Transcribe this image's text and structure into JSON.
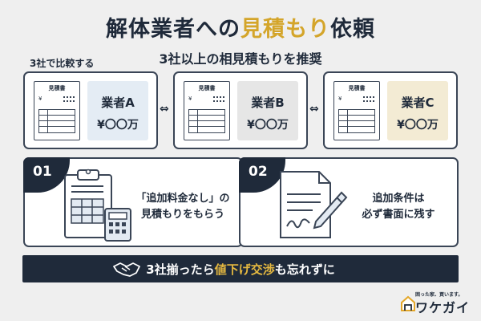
{
  "header": {
    "title_part1": "解体業者への",
    "title_highlight": "見積もり",
    "title_part2": "依頼",
    "subtitle": "3社以上の相見積もりを推奨",
    "compare_label": "3社で比較する"
  },
  "quotes": [
    {
      "doc_title": "見積書",
      "doc_yen": "¥",
      "vendor": "業者A",
      "price": "¥〇〇万",
      "color": "#e4ecf4"
    },
    {
      "doc_title": "見積書",
      "doc_yen": "¥",
      "vendor": "業者B",
      "price": "¥〇〇万",
      "color": "#e6e6e6"
    },
    {
      "doc_title": "見積書",
      "doc_yen": "¥",
      "vendor": "業者C",
      "price": "¥〇〇万",
      "color": "#f3ebd4"
    }
  ],
  "arrow_symbol": "⇔",
  "panels": [
    {
      "number": "01",
      "line1": "「追加料金なし」の",
      "line2": "見積もりをもらう"
    },
    {
      "number": "02",
      "line1": "追加条件は",
      "line2": "必ず書面に残す"
    }
  ],
  "banner": {
    "part1": "3社揃ったら",
    "highlight": "値下げ交渉",
    "part2": "も忘れずに"
  },
  "logo": {
    "tagline": "困った家、買います。",
    "name": "ワケガイ"
  },
  "colors": {
    "navy": "#1f2a3a",
    "gold": "#d4a52a",
    "background": "#efefef"
  }
}
